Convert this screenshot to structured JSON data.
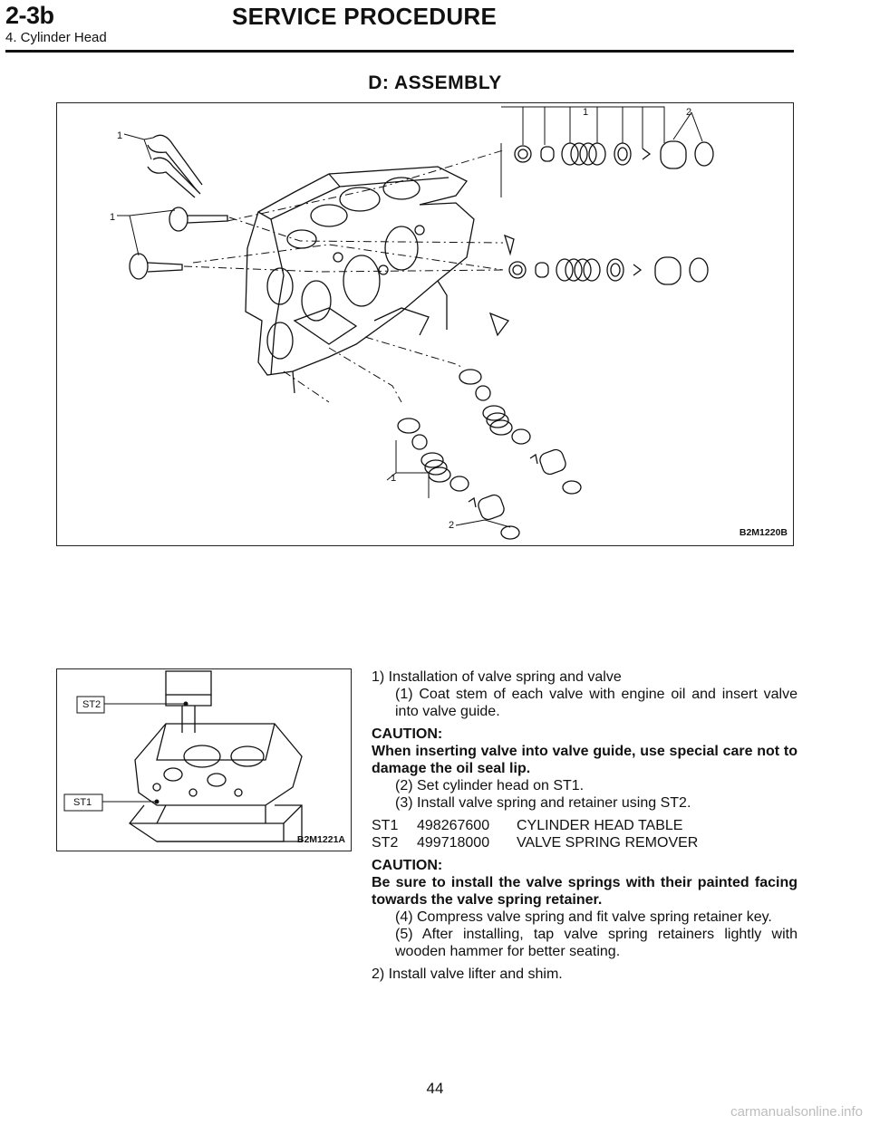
{
  "header": {
    "code": "2-3b",
    "title": "SERVICE PROCEDURE",
    "subtitle": "4. Cylinder Head"
  },
  "section_title": "D: ASSEMBLY",
  "figure_main": {
    "code": "B2M1220B",
    "callouts": [
      "1",
      "1",
      "1",
      "1",
      "2",
      "2"
    ]
  },
  "figure_small": {
    "code": "B2M1221A",
    "labels": [
      "ST2",
      "ST1"
    ]
  },
  "steps": {
    "s1": "1)  Installation of valve spring and valve",
    "s1_1": "(1)  Coat stem of each valve with engine oil and insert valve into valve guide.",
    "caution1_head": "CAUTION:",
    "caution1_text": "When inserting valve into valve guide, use special care not to damage the oil seal lip.",
    "s1_2": "(2)  Set cylinder head on ST1.",
    "s1_3": "(3)  Install valve spring and retainer using ST2.",
    "tools": [
      {
        "code": "ST1",
        "number": "498267600",
        "name": "CYLINDER HEAD TABLE"
      },
      {
        "code": "ST2",
        "number": "499718000",
        "name": "VALVE SPRING REMOVER"
      }
    ],
    "caution2_head": "CAUTION:",
    "caution2_text": "Be sure to install the valve springs with their painted facing towards the valve spring retainer.",
    "s1_4": "(4)  Compress valve spring and fit valve spring retainer key.",
    "s1_5": "(5)  After installing, tap valve spring retainers lightly with wooden hammer for better seating.",
    "s2": "2)  Install valve lifter and shim."
  },
  "page_number": "44",
  "watermark": "carmanualsonline.info"
}
